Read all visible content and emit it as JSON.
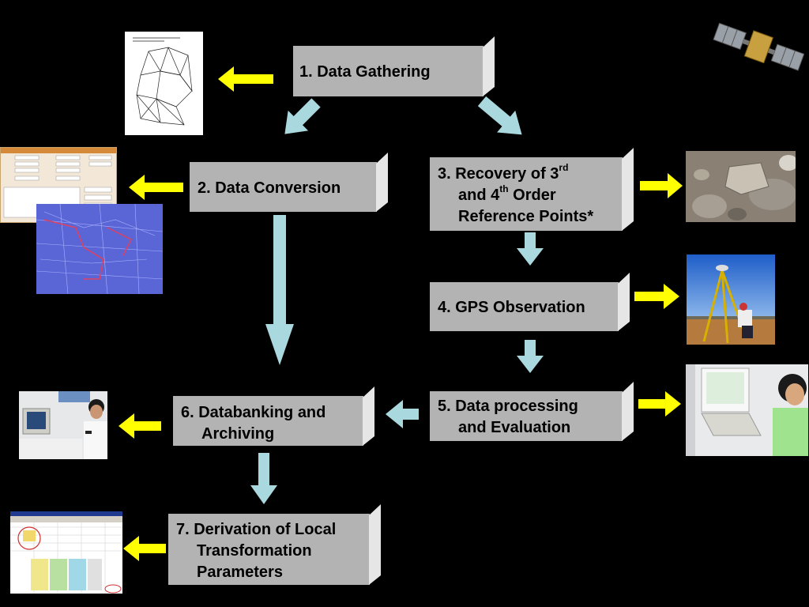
{
  "steps": [
    {
      "id": "1",
      "lines": [
        "1. Data Gathering"
      ]
    },
    {
      "id": "2",
      "lines": [
        "2. Data Conversion"
      ]
    },
    {
      "id": "3",
      "line1_pre": "3. Recovery of 3",
      "line1_sup": "rd",
      "line2_pre": "and 4",
      "line2_sup": "th",
      "line2_post": " Order",
      "line3": "Reference Points*"
    },
    {
      "id": "4",
      "lines": [
        "4. GPS Observation"
      ]
    },
    {
      "id": "5",
      "lines": [
        "5. Data processing",
        "and Evaluation"
      ]
    },
    {
      "id": "6",
      "lines": [
        "6. Databanking and",
        "Archiving"
      ]
    },
    {
      "id": "7",
      "lines": [
        "7. Derivation of Local",
        "Transformation",
        "Parameters"
      ]
    }
  ],
  "colors": {
    "background": "#000000",
    "box_face": "#b3b3b3",
    "box_side": "#e6e6e6",
    "flow_arrow": "#a9d8df",
    "image_arrow": "#ffff00"
  },
  "images": [
    {
      "name": "triangulation-network-map"
    },
    {
      "name": "data-form-screenshot"
    },
    {
      "name": "blue-cadastral-map"
    },
    {
      "name": "satellite"
    },
    {
      "name": "reference-monument-photo"
    },
    {
      "name": "gps-tripod-photo"
    },
    {
      "name": "operator-at-computer-photo"
    },
    {
      "name": "man-at-desk-computer-photo"
    },
    {
      "name": "spreadsheet-screenshot"
    }
  ]
}
